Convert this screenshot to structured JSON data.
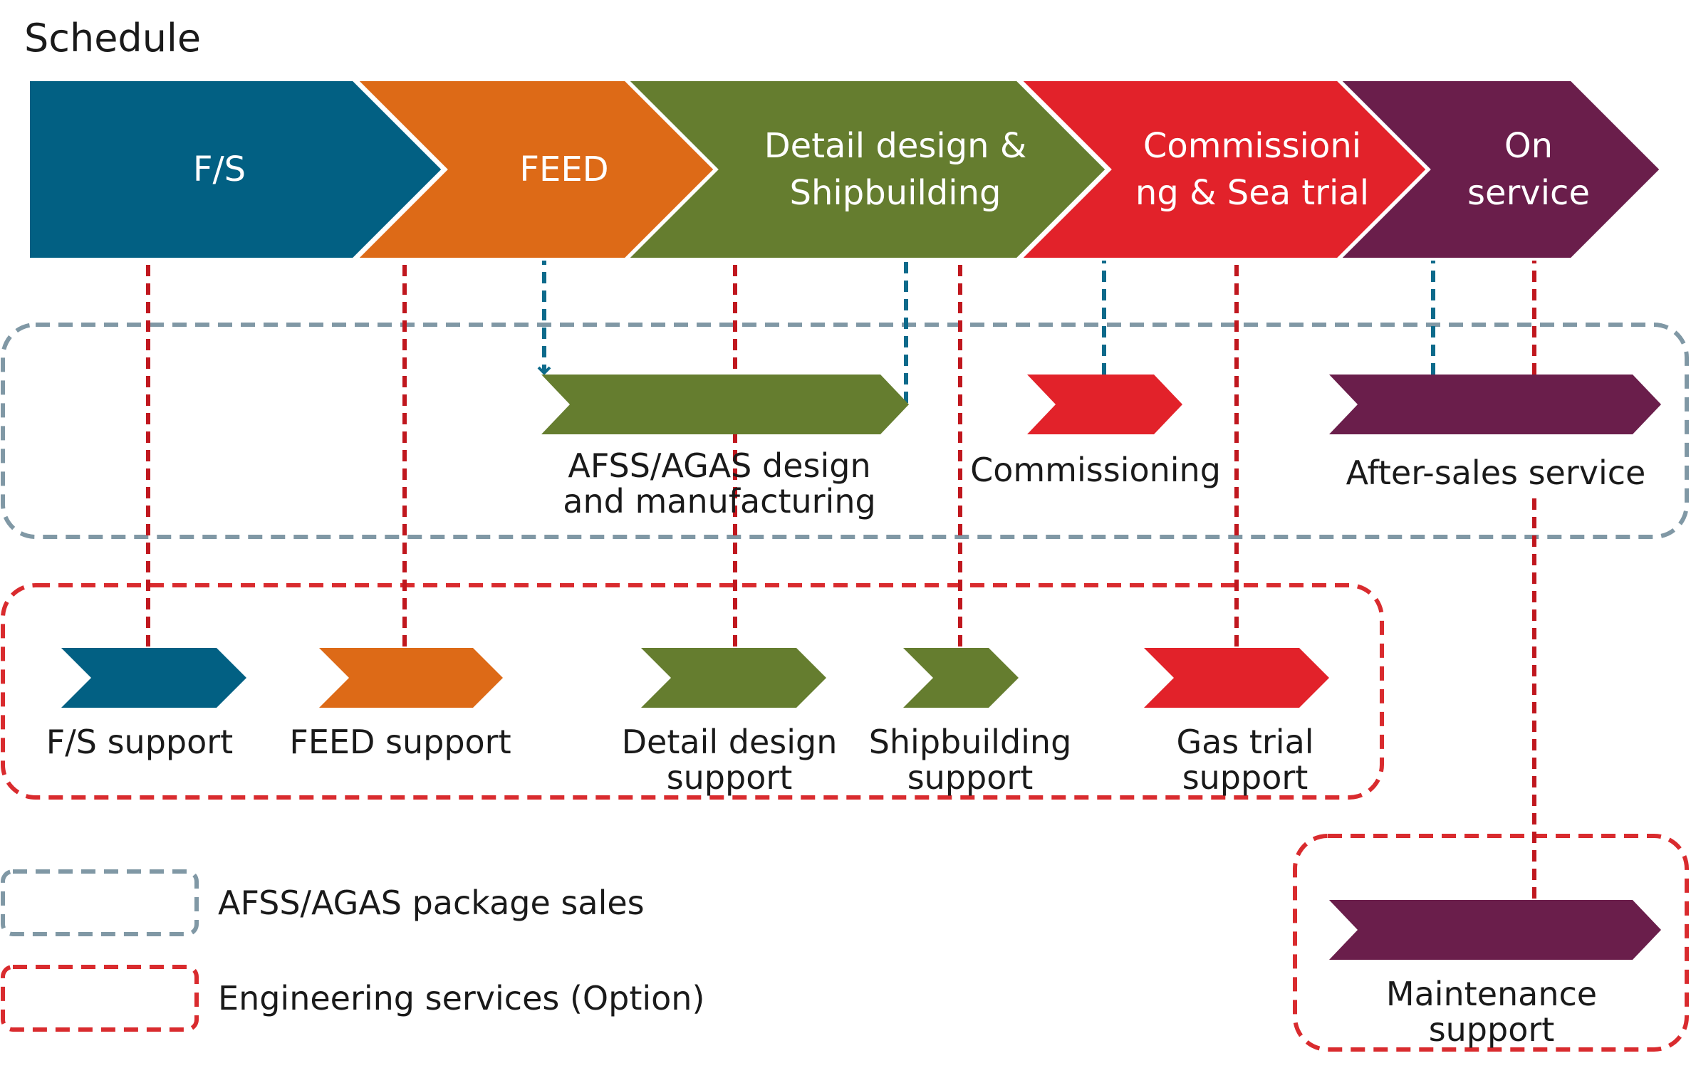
{
  "title": "Schedule",
  "colors": {
    "fs": "#026083",
    "feed": "#DD6A17",
    "detail": "#657D2F",
    "commissioning": "#E2222A",
    "service": "#6A1E4B",
    "package_border": "#8098A5",
    "engineering_border": "#D92B2E",
    "package_arrow": "#0D6A8B",
    "engineering_arrow": "#C0171E"
  },
  "phases": [
    {
      "lines": [
        "F/S"
      ],
      "color_key": "fs"
    },
    {
      "lines": [
        "FEED"
      ],
      "color_key": "feed"
    },
    {
      "lines": [
        "Detail design &",
        "Shipbuilding"
      ],
      "color_key": "detail"
    },
    {
      "lines": [
        "Commissioni",
        "ng & Sea trial"
      ],
      "color_key": "commissioning"
    },
    {
      "lines": [
        "On",
        "service"
      ],
      "color_key": "service"
    }
  ],
  "package_items": [
    {
      "lines": [
        "AFSS/AGAS design",
        "and manufacturing"
      ],
      "color_key": "detail"
    },
    {
      "lines": [
        "Commissioning"
      ],
      "color_key": "commissioning"
    },
    {
      "lines": [
        "After-sales service"
      ],
      "color_key": "service"
    }
  ],
  "engineering_items": [
    {
      "lines": [
        "F/S support"
      ],
      "color_key": "fs"
    },
    {
      "lines": [
        "FEED support"
      ],
      "color_key": "feed"
    },
    {
      "lines": [
        "Detail design",
        "support"
      ],
      "color_key": "detail"
    },
    {
      "lines": [
        "Shipbuilding",
        "support"
      ],
      "color_key": "detail"
    },
    {
      "lines": [
        "Gas trial",
        "support"
      ],
      "color_key": "commissioning"
    }
  ],
  "maintenance_item": {
    "lines": [
      "Maintenance",
      "support"
    ],
    "color_key": "service"
  },
  "legend": [
    {
      "label": "AFSS/AGAS package sales",
      "style": "package"
    },
    {
      "label": "Engineering services (Option)",
      "style": "engineering"
    }
  ]
}
